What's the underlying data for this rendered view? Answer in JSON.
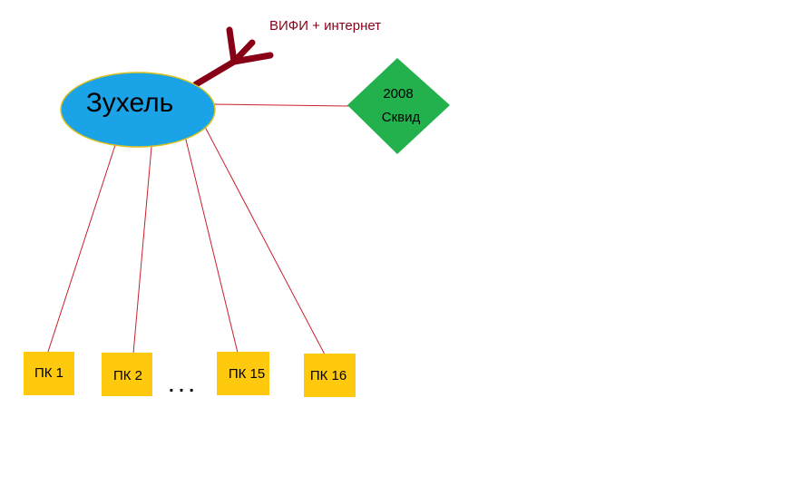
{
  "diagram": {
    "antenna_label": "ВИФИ + интернет",
    "router": {
      "label": "Зухель",
      "fill": "#1ba3e8",
      "stroke": "#d8c020"
    },
    "server": {
      "line1": "2008",
      "line2": "Сквид",
      "fill": "#22b14c"
    },
    "pcs": [
      {
        "label": "ПК 1"
      },
      {
        "label": "ПК 2"
      },
      {
        "label": "ПК 15"
      },
      {
        "label": "ПК 16"
      }
    ],
    "ellipsis": ". . .",
    "colors": {
      "link": "#c8202a",
      "antenna": "#880015",
      "antenna_label": "#880015",
      "pc_fill": "#ffc90e",
      "text": "#000000"
    }
  }
}
